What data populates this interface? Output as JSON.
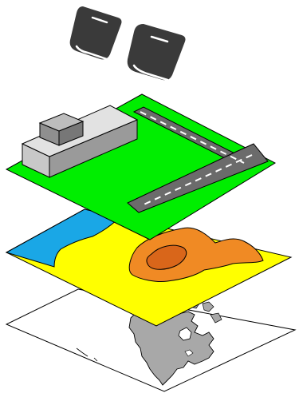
{
  "diagram": {
    "type": "layered-isometric-gis-stack",
    "layers": [
      {
        "name": "books",
        "icons": [
          "book-icon",
          "book-icon"
        ]
      },
      {
        "name": "facility",
        "icons": [
          "building-icon",
          "runway-icon"
        ]
      },
      {
        "name": "terrain-zones",
        "icons": [
          "water-area",
          "elevation-contours"
        ]
      },
      {
        "name": "base-map",
        "icons": [
          "north-america-map"
        ]
      }
    ]
  },
  "colors": {
    "books": "#3a3a3a",
    "book_outline": "#ffffff",
    "grass": "#00ee00",
    "runway": "#6b6b6b",
    "runway_marking": "#ffffff",
    "building_front": "#c8c8c8",
    "building_top": "#e2e2e2",
    "building_side": "#9a9a9a",
    "yellow_zone": "#ffff00",
    "water": "#1aa7e6",
    "contour_outer": "#f08a24",
    "contour_inner": "#d9661a",
    "land": "#a8a8a8",
    "outline": "#000000",
    "base_plane": "#ffffff"
  }
}
